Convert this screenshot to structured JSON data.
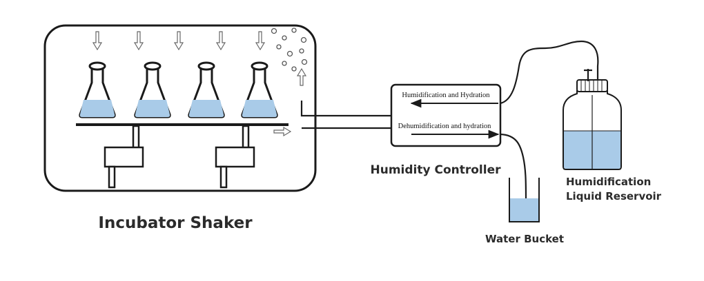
{
  "labels": {
    "incubator": "Incubator Shaker",
    "controller": "Humidity Controller",
    "controller_top": "Humidification and Hydration",
    "controller_bottom": "Dehumidification and hydration",
    "bucket": "Water Bucket",
    "reservoir_line1": "Humidification",
    "reservoir_line2": "Liquid Reservoir"
  },
  "colors": {
    "outline": "#1a1a1a",
    "liquid": "#a9cbe8",
    "text": "#2b2b2b"
  },
  "icons": [
    "down-arrow-icon",
    "bubble-icon",
    "up-arrow-icon",
    "right-arrow-icon",
    "left-arrow-icon"
  ]
}
